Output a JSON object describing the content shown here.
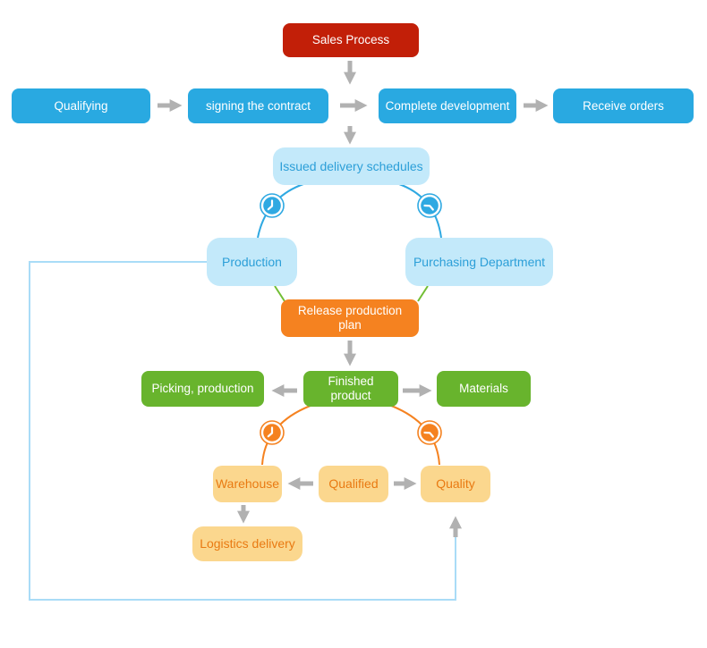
{
  "nodes": {
    "sales_process": {
      "label": "Sales Process"
    },
    "qualifying": {
      "label": "Qualifying"
    },
    "signing_contract": {
      "label": "signing the contract"
    },
    "complete_development": {
      "label": "Complete development"
    },
    "receive_orders": {
      "label": "Receive orders"
    },
    "issued_delivery": {
      "label": "Issued delivery schedules"
    },
    "production": {
      "label": "Production"
    },
    "purchasing": {
      "label": "Purchasing Department"
    },
    "release_plan": {
      "label": "Release production plan"
    },
    "picking_production": {
      "label": "Picking, production"
    },
    "finished_product": {
      "label": "Finished product"
    },
    "materials": {
      "label": "Materials"
    },
    "warehouse": {
      "label": "Warehouse"
    },
    "qualified": {
      "label": "Qualified"
    },
    "quality": {
      "label": "Quality"
    },
    "logistics_delivery": {
      "label": "Logistics delivery"
    }
  },
  "icons": {
    "clock_blue_left": "clock-icon",
    "clock_blue_right": "clock-icon",
    "clock_orange_left": "clock-icon",
    "clock_orange_right": "clock-icon"
  },
  "colors": {
    "red": "#C21F08",
    "blue": "#29A9E1",
    "light_blue_fill": "#C3E9FA",
    "light_blue_text": "#2C9FD8",
    "orange": "#F58220",
    "green": "#68B42D",
    "yellow_fill": "#FBD78E",
    "yellow_text": "#E97A12",
    "arrow_gray": "#B1B1B1",
    "green_connector": "#72BE34",
    "loop_line_blue": "#A9DCF7"
  }
}
